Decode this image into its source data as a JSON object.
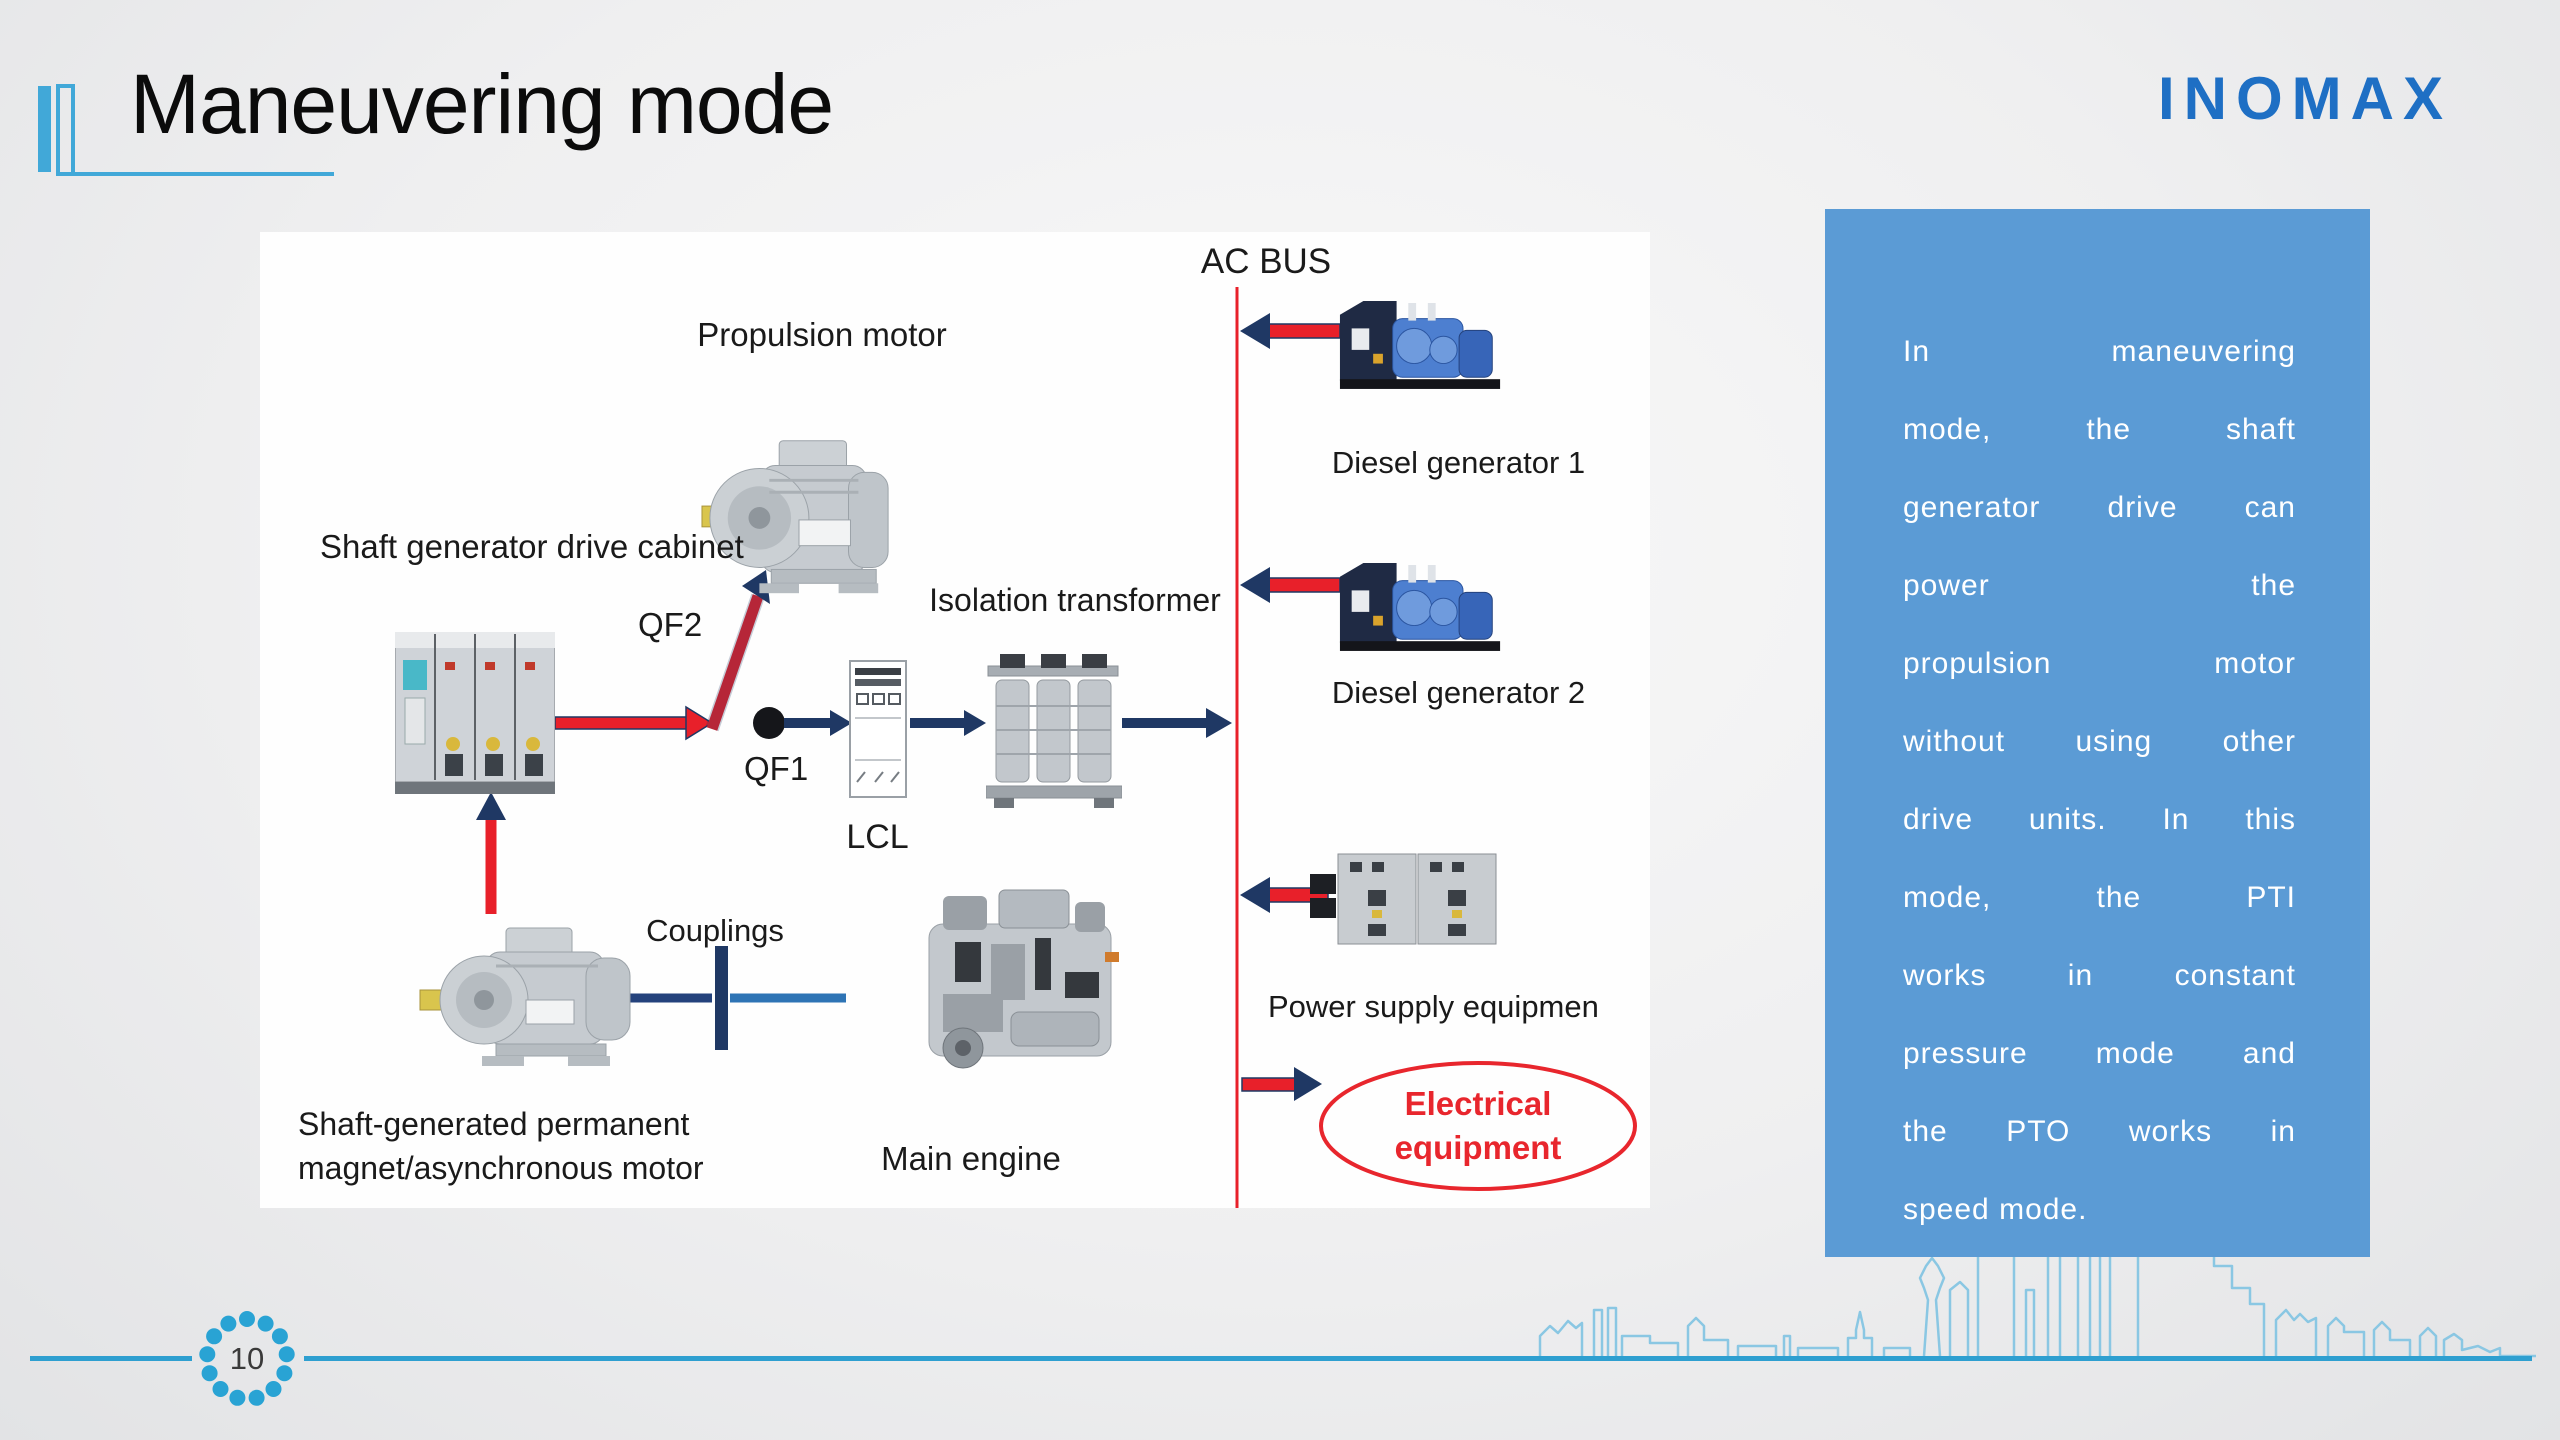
{
  "slide": {
    "title": "Maneuvering mode",
    "brand": "INOMAX",
    "page_number": "10"
  },
  "info_panel": {
    "bg_color": "#5B9BD5",
    "text_color": "#FFFFFF",
    "lines": [
      "In maneuvering",
      "mode, the shaft",
      "generator drive can",
      "power the",
      "propulsion motor",
      "without using other",
      "drive units. In this",
      "mode, the PTI",
      "works in constant",
      "pressure mode and",
      "the PTO works in",
      "speed mode."
    ]
  },
  "diagram": {
    "ac_bus": "AC BUS",
    "propulsion_motor": "Propulsion motor",
    "shaft_cabinet": "Shaft generator drive cabinet",
    "qf2": "QF2",
    "qf1": "QF1",
    "lcl": "LCL",
    "isolation_transformer": "Isolation transformer",
    "diesel_generator_1": "Diesel generator 1",
    "diesel_generator_2": "Diesel generator 2",
    "power_supply_equipment": "Power supply equipmen",
    "electrical_equipment": "Electrical equipment",
    "couplings": "Couplings",
    "main_engine": "Main engine",
    "shaft_motor": "Shaft-generated permanent magnet/asynchronous motor",
    "colors": {
      "bus_red": "#e8202a",
      "arrow_navy": "#1f3864",
      "coupling_left": "#24427c",
      "coupling_right": "#2e74b5",
      "ellipse_red": "#e8262d"
    }
  }
}
